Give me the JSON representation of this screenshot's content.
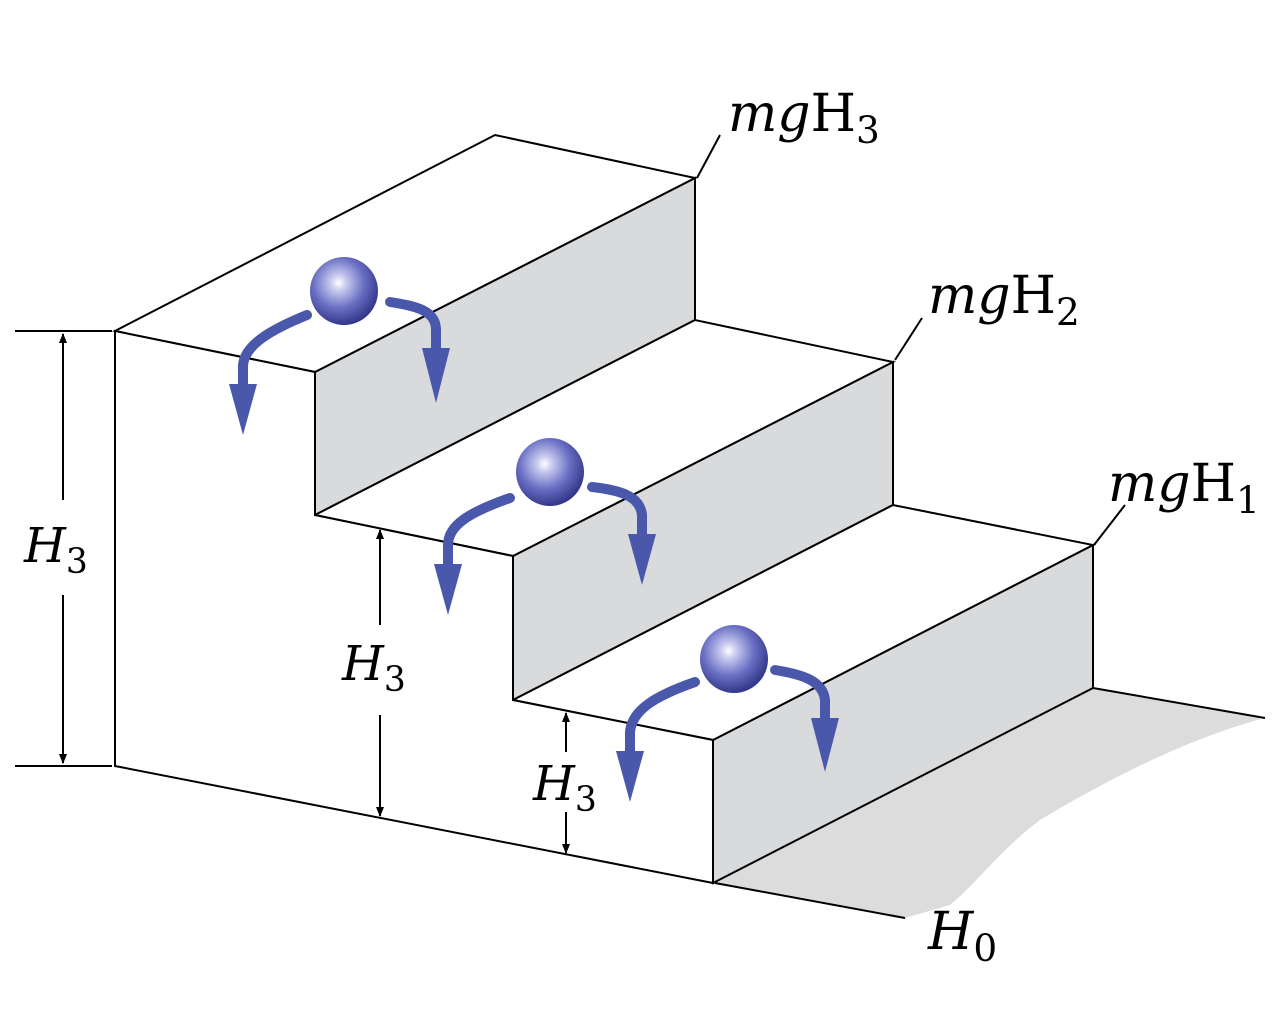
{
  "ball_color": "#6a6fc4",
  "arrow_color": "#4a58ac",
  "face_color": "#d9dadc",
  "ground_color": "#dcdcdc",
  "labels": {
    "level_3": {
      "prefix": "mg",
      "symbol": "H",
      "sub": "3"
    },
    "level_2": {
      "prefix": "mg",
      "symbol": "H",
      "sub": "2"
    },
    "level_1": {
      "prefix": "mg",
      "symbol": "H",
      "sub": "1"
    },
    "ground": {
      "symbol": "H",
      "sub": "0"
    },
    "dim_left": {
      "symbol": "H",
      "sub": "3"
    },
    "dim_middle": {
      "symbol": "H",
      "sub": "3"
    },
    "dim_right": {
      "symbol": "H",
      "sub": "3"
    }
  }
}
